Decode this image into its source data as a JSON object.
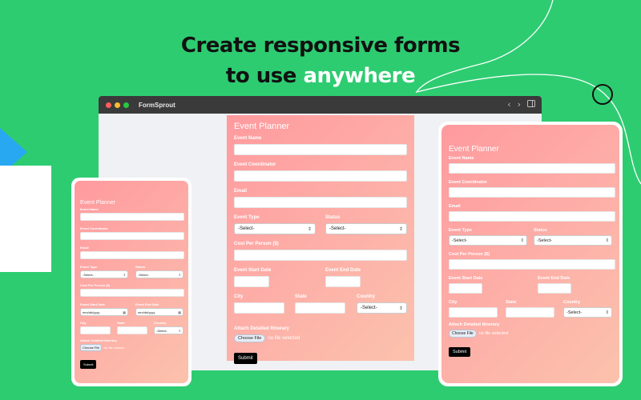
{
  "headline": {
    "line1": "Create responsive forms",
    "line2_prefix": "to use",
    "line2_highlight": "anywhere"
  },
  "browser": {
    "app_title": "FormSprout",
    "back_icon": "chevron-left",
    "forward_icon": "chevron-right",
    "sidebar_icon": "sidebar"
  },
  "form": {
    "title": "Event Planner",
    "event_name_label": "Event Name",
    "event_coordinator_label": "Event Coordinator",
    "email_label": "Email",
    "event_type_label": "Event Type",
    "status_label": "Status",
    "select_placeholder": "-Select-",
    "cost_label": "Cost Per Person ($)",
    "start_date_label": "Event Start Date",
    "end_date_label": "Event End Date",
    "date_placeholder": "mm/dd/yyyy",
    "city_label": "City",
    "state_label": "State",
    "country_label": "Country",
    "attach_label": "Attach Detailed Itinerary",
    "choose_file": "Choose File",
    "no_file": "no file selected",
    "no_file_phone": "No file chosen",
    "submit": "Submit"
  },
  "colors": {
    "background": "#2ecc71",
    "form_gradient_start": "#ff9a9e",
    "form_gradient_end": "#fcc2ad",
    "headline_text": "#111111",
    "headline_highlight": "#ffffff"
  }
}
